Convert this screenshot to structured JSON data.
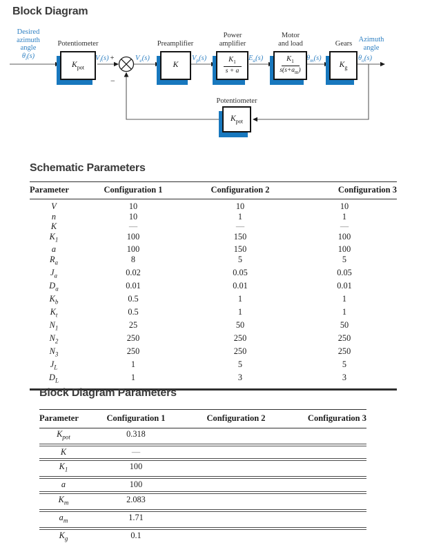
{
  "title": "Block Diagram",
  "colors": {
    "accent_blue": "#1878be",
    "signal_blue": "#2d7fc2"
  },
  "diagram": {
    "input_caption": [
      "Desired",
      "azimuth",
      "angle"
    ],
    "output_caption": [
      "Azimuth",
      "angle"
    ],
    "signals": {
      "theta_i": {
        "v": "θ",
        "sub": "i",
        "fn": "(s)"
      },
      "v_i": {
        "v": "V",
        "sub": "i",
        "fn": "(s)",
        "op": "+"
      },
      "v_e": {
        "v": "V",
        "sub": "e",
        "fn": "(s)"
      },
      "v_p": {
        "v": "V",
        "sub": "p",
        "fn": "(s)"
      },
      "e_a": {
        "v": "E",
        "sub": "a",
        "fn": "(s)"
      },
      "theta_m": {
        "v": "θ",
        "sub": "m",
        "fn": "(s)"
      },
      "theta_o": {
        "v": "θ",
        "sub": "o",
        "fn": "(s)"
      },
      "minus": "−"
    },
    "blocks": {
      "pot_in": {
        "caption": "Potentiometer",
        "sym": "K",
        "sym_sub": "pot"
      },
      "preamp": {
        "caption": "Preamplifier",
        "sym": "K",
        "sym_sub": ""
      },
      "power": {
        "caption1": "Power",
        "caption2": "amplifier",
        "num": "K",
        "num_sub": "1",
        "den": "s + a"
      },
      "motor": {
        "caption1": "Motor",
        "caption2": "and load",
        "num": "K",
        "num_sub": "1",
        "den_pre": "s(s+a",
        "den_sub": "m",
        "den_post": ")"
      },
      "gears": {
        "caption": "Gears",
        "sym": "K",
        "sym_sub": "g"
      },
      "pot_fb": {
        "caption": "Potentiometer",
        "sym": "K",
        "sym_sub": "pot"
      }
    }
  },
  "schematic_table": {
    "title": "Schematic Parameters",
    "columns": [
      "Parameter",
      "Configuration 1",
      "Configuration 2",
      "Configuration 3"
    ],
    "rows": [
      {
        "p": "V",
        "sub": "",
        "values": [
          "10",
          "10",
          "10"
        ]
      },
      {
        "p": "n",
        "sub": "",
        "values": [
          "10",
          "1",
          "1"
        ]
      },
      {
        "p": "K",
        "sub": "",
        "values": [
          "—",
          "—",
          "—"
        ]
      },
      {
        "p": "K",
        "sub": "1",
        "values": [
          "100",
          "150",
          "100"
        ]
      },
      {
        "p": "a",
        "sub": "",
        "values": [
          "100",
          "150",
          "100"
        ]
      },
      {
        "p": "R",
        "sub": "a",
        "values": [
          "8",
          "5",
          "5"
        ]
      },
      {
        "p": "J",
        "sub": "a",
        "values": [
          "0.02",
          "0.05",
          "0.05"
        ]
      },
      {
        "p": "D",
        "sub": "a",
        "values": [
          "0.01",
          "0.01",
          "0.01"
        ]
      },
      {
        "p": "K",
        "sub": "b",
        "values": [
          "0.5",
          "1",
          "1"
        ]
      },
      {
        "p": "K",
        "sub": "t",
        "values": [
          "0.5",
          "1",
          "1"
        ]
      },
      {
        "p": "N",
        "sub": "1",
        "values": [
          "25",
          "50",
          "50"
        ]
      },
      {
        "p": "N",
        "sub": "2",
        "values": [
          "250",
          "250",
          "250"
        ]
      },
      {
        "p": "N",
        "sub": "3",
        "values": [
          "250",
          "250",
          "250"
        ]
      },
      {
        "p": "J",
        "sub": "L",
        "values": [
          "1",
          "5",
          "5"
        ]
      },
      {
        "p": "D",
        "sub": "L",
        "values": [
          "1",
          "3",
          "3"
        ]
      }
    ]
  },
  "bd_table": {
    "title": "Block Diagram Parameters",
    "columns": [
      "Parameter",
      "Configuration 1",
      "Configuration 2",
      "Configuration 3"
    ],
    "rows": [
      {
        "p": "K",
        "sub": "pot",
        "values": [
          "0.318",
          "",
          ""
        ]
      },
      {
        "p": "K",
        "sub": "",
        "values": [
          "—",
          "",
          ""
        ]
      },
      {
        "p": "K",
        "sub": "1",
        "values": [
          "100",
          "",
          ""
        ]
      },
      {
        "p": "a",
        "sub": "",
        "values": [
          "100",
          "",
          ""
        ]
      },
      {
        "p": "K",
        "sub": "m",
        "values": [
          "2.083",
          "",
          ""
        ]
      },
      {
        "p": "a",
        "sub": "m",
        "values": [
          "1.71",
          "",
          ""
        ]
      },
      {
        "p": "K",
        "sub": "g",
        "values": [
          "0.1",
          "",
          ""
        ]
      }
    ]
  }
}
